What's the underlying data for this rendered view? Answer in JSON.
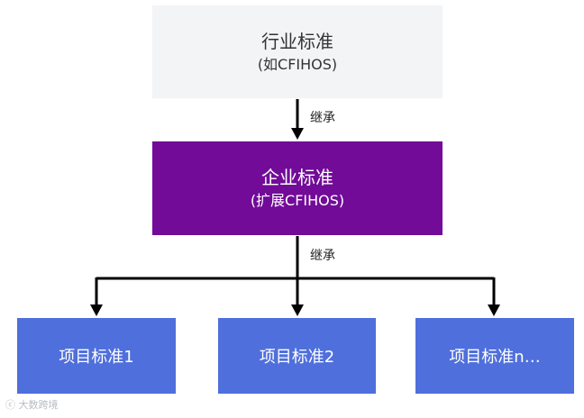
{
  "industry": {
    "title": "行业标准",
    "subtitle": "(如CFIHOS)"
  },
  "enterprise": {
    "title": "企业标准",
    "subtitle": "(扩展CFIHOS)"
  },
  "edges": {
    "top_label": "继承",
    "bottom_label": "继承"
  },
  "projects": [
    {
      "label": "项目标准1"
    },
    {
      "label": "项目标准2"
    },
    {
      "label": "项目标准n…"
    }
  ],
  "watermark": {
    "text": "大数跨境"
  },
  "colors": {
    "industry_box": "#f2f4f6",
    "enterprise_box": "#720b98",
    "project_box": "#4f6fdc",
    "arrow": "#000000"
  }
}
